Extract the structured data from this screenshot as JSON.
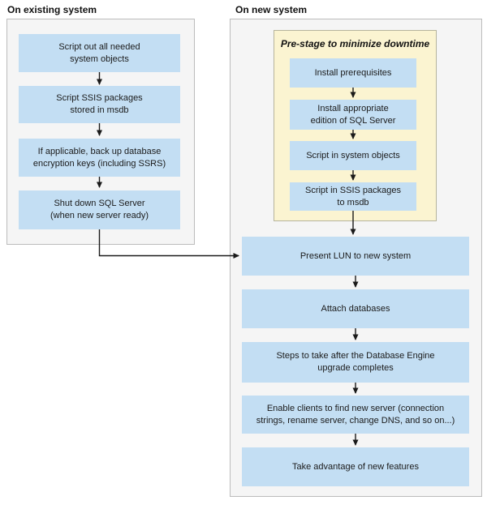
{
  "diagram": {
    "left_panel": {
      "title": "On existing system",
      "steps": [
        "Script out all needed\nsystem objects",
        "Script SSIS packages\nstored in msdb",
        "If applicable, back up database\nencryption keys (including SSRS)",
        "Shut down SQL Server\n(when new server ready)"
      ]
    },
    "right_panel": {
      "title": "On new system",
      "prestage": {
        "title": "Pre-stage to minimize downtime",
        "steps": [
          "Install prerequisites",
          "Install appropriate\nedition of SQL Server",
          "Script in system objects",
          "Script in SSIS packages\nto msdb"
        ]
      },
      "steps": [
        "Present LUN to new system",
        "Attach databases",
        "Steps to take after the Database Engine\nupgrade completes",
        "Enable clients to find new server (connection\nstrings, rename server, change DNS, and so on...)",
        "Take advantage of new features"
      ]
    },
    "colors": {
      "step_fill": "#c3def3",
      "panel_fill": "#f5f5f5",
      "panel_border": "#bcbcbc",
      "prestage_fill": "#fbf4d1",
      "prestage_border": "#b6b49c",
      "arrow": "#1a1a1a",
      "text": "#1b1b1b"
    }
  }
}
